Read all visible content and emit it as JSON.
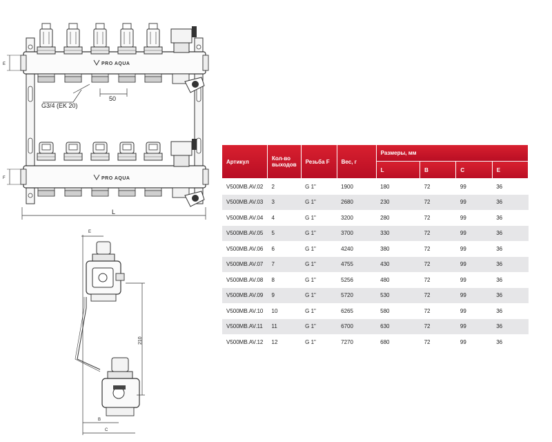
{
  "drawing": {
    "brand_top": "PRO AQUA",
    "brand_bottom": "PRO AQUA",
    "thread_label": "G3/4 (EK 20)",
    "pitch_label": "50",
    "length_label": "L",
    "side_label_top": "E",
    "side_label_bottom": "F",
    "height_label": "210",
    "side_c_label": "C",
    "side_b_label": "B",
    "side_e_label": "E"
  },
  "table": {
    "headers": {
      "article": "Артикул",
      "outlets": "Кол-во выходов",
      "thread": "Резьба F",
      "weight": "Вес, г",
      "dims": "Размеры, мм",
      "l": "L",
      "b": "B",
      "c": "C",
      "e": "E"
    },
    "rows": [
      [
        "V500MB.AV.02",
        "2",
        "G 1\"",
        "1900",
        "180",
        "72",
        "99",
        "36"
      ],
      [
        "V500MB.AV.03",
        "3",
        "G 1\"",
        "2680",
        "230",
        "72",
        "99",
        "36"
      ],
      [
        "V500MB.AV.04",
        "4",
        "G 1\"",
        "3200",
        "280",
        "72",
        "99",
        "36"
      ],
      [
        "V500MB.AV.05",
        "5",
        "G 1\"",
        "3700",
        "330",
        "72",
        "99",
        "36"
      ],
      [
        "V500MB.AV.06",
        "6",
        "G 1\"",
        "4240",
        "380",
        "72",
        "99",
        "36"
      ],
      [
        "V500MB.AV.07",
        "7",
        "G 1\"",
        "4755",
        "430",
        "72",
        "99",
        "36"
      ],
      [
        "V500MB.AV.08",
        "8",
        "G 1\"",
        "5256",
        "480",
        "72",
        "99",
        "36"
      ],
      [
        "V500MB.AV.09",
        "9",
        "G 1\"",
        "5720",
        "530",
        "72",
        "99",
        "36"
      ],
      [
        "V500MB.AV.10",
        "10",
        "G 1\"",
        "6265",
        "580",
        "72",
        "99",
        "36"
      ],
      [
        "V500MB.AV.11",
        "11",
        "G 1\"",
        "6700",
        "630",
        "72",
        "99",
        "36"
      ],
      [
        "V500MB.AV.12",
        "12",
        "G 1\"",
        "7270",
        "680",
        "72",
        "99",
        "36"
      ]
    ]
  },
  "colors": {
    "header_red": "#c8102e",
    "row_stripe": "#e6e6e8",
    "line": "#333333"
  }
}
